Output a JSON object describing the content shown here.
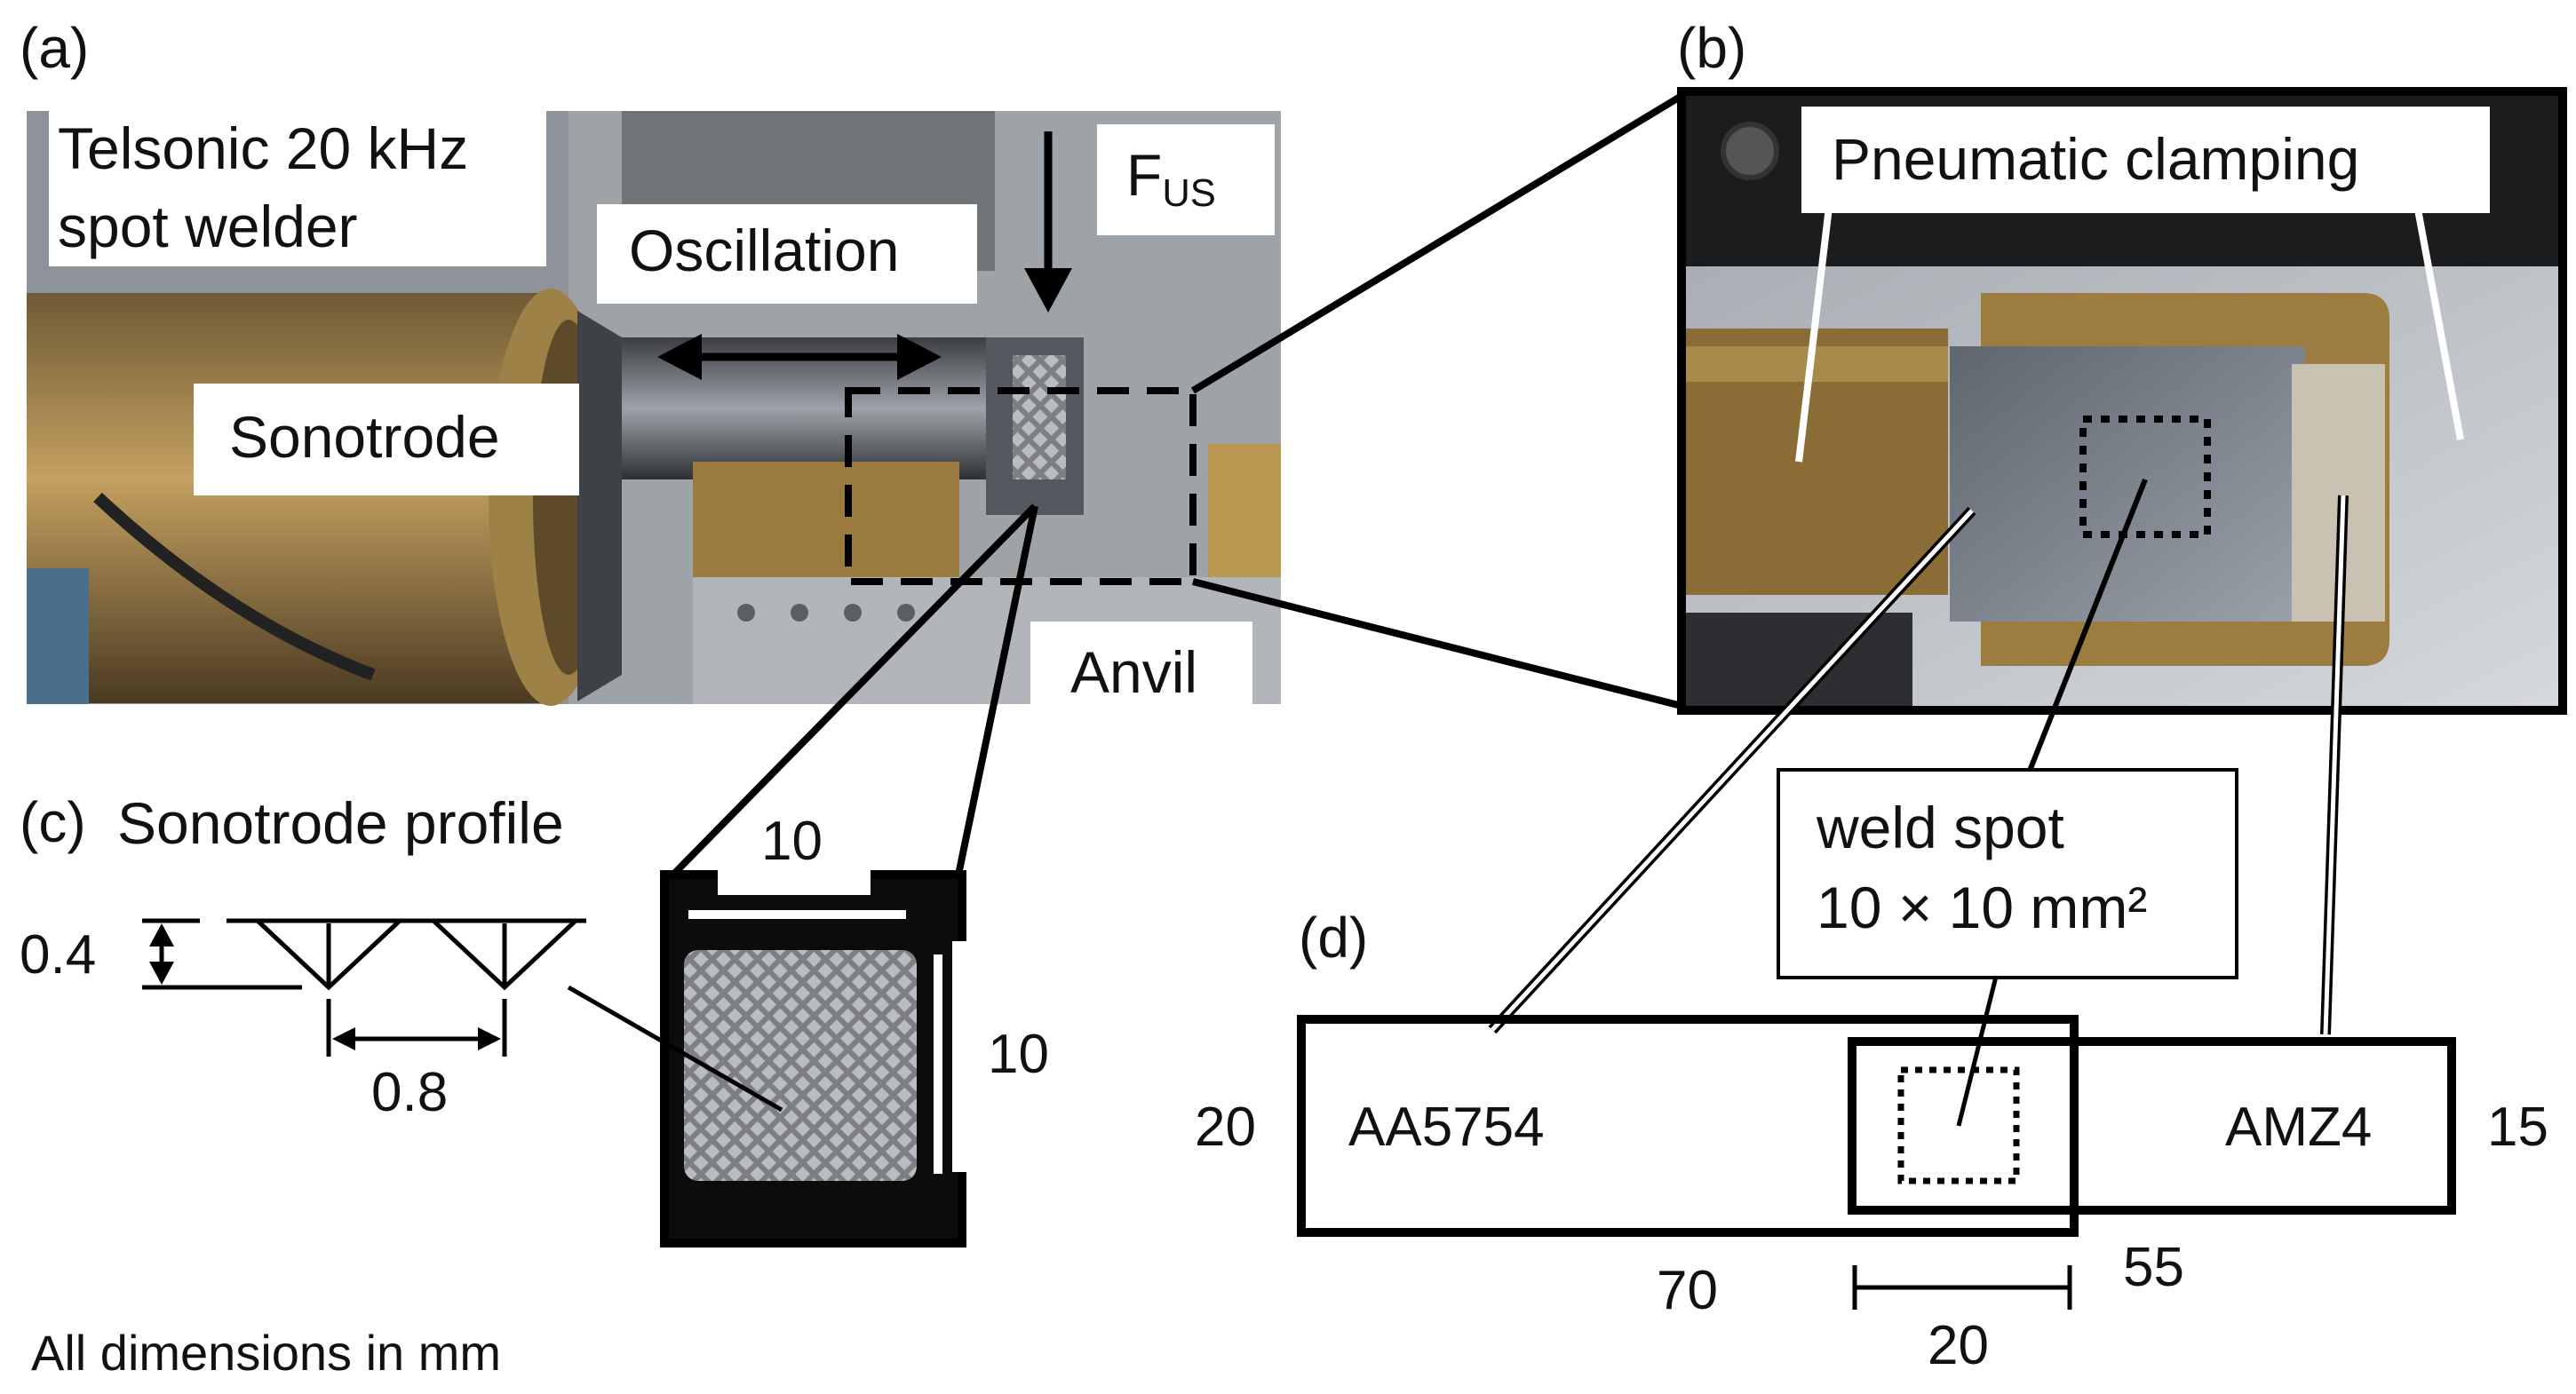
{
  "panels": {
    "a": {
      "label": "(a)",
      "title_line1": "Telsonic 20 kHz",
      "title_line2": "spot welder",
      "oscillation": "Oscillation",
      "sonotrode": "Sonotrode",
      "force_main": "F",
      "force_sub": "US",
      "anvil": "Anvil"
    },
    "b": {
      "label": "(b)",
      "clamping": "Pneumatic clamping"
    },
    "c": {
      "label": "(c)",
      "title": "Sonotrode profile",
      "depth": "0.4",
      "pitch": "0.8",
      "tip_width": "10",
      "tip_height": "10"
    },
    "d": {
      "label": "(d)",
      "weld_spot_line1": "weld spot",
      "weld_spot_line2": "10 × 10 mm²",
      "sheet_left_material": "AA5754",
      "sheet_left_width": "20",
      "sheet_left_length": "70",
      "sheet_right_material": "AMZ4",
      "sheet_right_width": "15",
      "sheet_right_length": "55",
      "overlap": "20"
    },
    "footnote": "All dimensions in mm"
  },
  "colors": {
    "line": "#000000",
    "brass": "#b08a3c",
    "steel": "#8f959c",
    "photo_dark": "#2a2c30"
  }
}
